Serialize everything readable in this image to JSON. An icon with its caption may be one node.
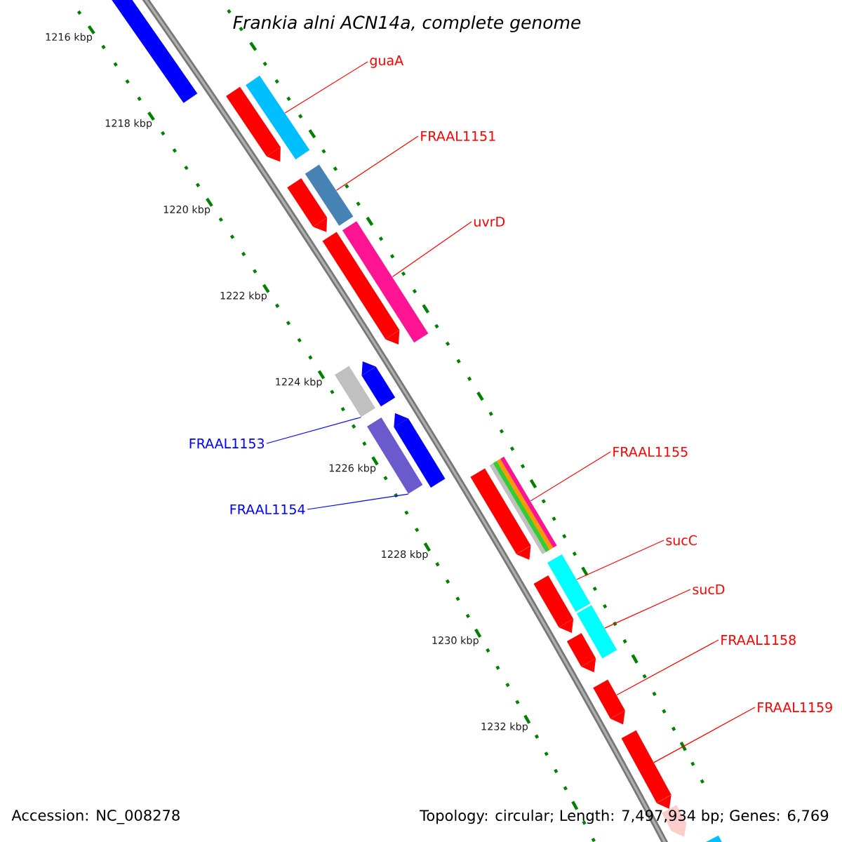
{
  "diagram": {
    "title": "Frankia alni ACN14a, complete genome",
    "nodes": [
      {
        "text": [
          "guaA"
        ]
      },
      {
        "text": [
          "FRAAL1151"
        ]
      },
      {
        "text": [
          "uvrD"
        ]
      },
      {
        "text": [
          "FRAAL1153"
        ]
      },
      {
        "text": [
          "FRAAL1154"
        ]
      },
      {
        "text": [
          "FRAAL1155"
        ]
      },
      {
        "text": [
          "sucC"
        ]
      },
      {
        "text": [
          "sucD"
        ]
      },
      {
        "text": [
          "FRAAL1158"
        ]
      },
      {
        "text": [
          "FRAAL1159"
        ]
      },
      {
        "text": [],
        "shape": "bar"
      },
      {
        "text": [],
        "shape": "bar"
      },
      {
        "text": [],
        "shape": "bar"
      },
      {
        "text": [],
        "shape": "bar"
      },
      {
        "text": [],
        "shape": "bar"
      },
      {
        "text": [],
        "shape": "bar"
      },
      {
        "text": [],
        "shape": "bar"
      },
      {
        "text": [],
        "shape": "bar"
      },
      {
        "text": [],
        "shape": "bar"
      },
      {
        "text": [],
        "shape": "bar"
      },
      {
        "text": [],
        "shape": "bar"
      },
      {
        "text": [],
        "shape": "bar"
      },
      {
        "text": [],
        "shape": "bar"
      },
      {
        "text": [],
        "shape": "bar"
      },
      {
        "text": [],
        "shape": "bar"
      },
      {
        "text": [],
        "shape": "bar"
      },
      {
        "text": [],
        "shape": "bar"
      },
      {
        "text": [],
        "shape": "bar"
      },
      {
        "text": [],
        "shape": "bar"
      },
      {
        "text": [],
        "shape": "bar"
      },
      {
        "text": [],
        "shape": "bar"
      }
    ],
    "edges": [
      {
        "from": 0,
        "to": 10,
        "arrow": "none"
      },
      {
        "from": 1,
        "to": 11,
        "arrow": "none"
      },
      {
        "from": 2,
        "to": 12,
        "arrow": "none"
      },
      {
        "from": 3,
        "to": 13,
        "arrow": "none",
        "color": "#0000ff"
      },
      {
        "from": 4,
        "to": 14,
        "arrow": "none",
        "color": "#0000ff"
      },
      {
        "from": 5,
        "to": 15,
        "arrow": "none"
      },
      {
        "from": 6,
        "to": 16,
        "arrow": "none"
      },
      {
        "from": 7,
        "to": 17,
        "arrow": "none"
      },
      {
        "from": 8,
        "to": 18,
        "arrow": "none"
      },
      {
        "from": 9,
        "to": 19,
        "arrow": "none"
      }
    ],
    "labels": [
      "1216 kbp",
      "1218 kbp",
      "1220 kbp",
      "1222 kbp",
      "1224 kbp",
      "1226 kbp",
      "1228 kbp",
      "1230 kbp",
      "1232 kbp",
      "Accession: NC_008278",
      "Topology: circular; Length: 7,497,934 bp; Genes: 6,769"
    ]
  }
}
